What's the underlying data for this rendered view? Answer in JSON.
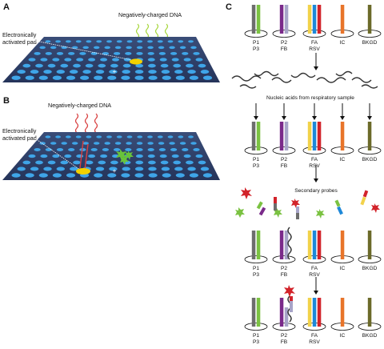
{
  "panel_a": {
    "letter": "A",
    "dna_label": "Negatively-charged DNA",
    "pad_label_line1": "Electronically",
    "pad_label_line2": "activated pad",
    "plus_sign": "+",
    "pad_color": "#f2d000",
    "dna_color": "#a6d63a"
  },
  "panel_b": {
    "letter": "B",
    "dna_label": "Negatively-charged DNA",
    "pad_label_line1": "Electronically",
    "pad_label_line2": "activated pad",
    "plus_sign": "+",
    "pad_color": "#f2d000",
    "dna_color": "#d84040",
    "cluster_color": "#68c43a"
  },
  "panel_c": {
    "letter": "C",
    "step_labels": {
      "nucleic_acids": "Nucleic acids from respiratory sample",
      "secondary_probes": "Secondary probes"
    },
    "sites": [
      {
        "line1": "P1",
        "line2": "P3"
      },
      {
        "line1": "P2",
        "line2": "FB"
      },
      {
        "line1": "FA",
        "line2": "RSV"
      },
      {
        "line1": "IC",
        "line2": ""
      },
      {
        "line1": "BKGD",
        "line2": ""
      }
    ],
    "probe_colors": {
      "gray": "#6d6d6d",
      "green": "#7bc242",
      "purple": "#7a2a8a",
      "lilac": "#a7a4c8",
      "yellow": "#f2d24a",
      "blue": "#1e88d8",
      "red": "#d2232a",
      "orange": "#e8742a",
      "olive": "#6b6a2a"
    }
  },
  "chip": {
    "surface_color": "#2e3f66",
    "well_color": "#3fa5e8"
  }
}
